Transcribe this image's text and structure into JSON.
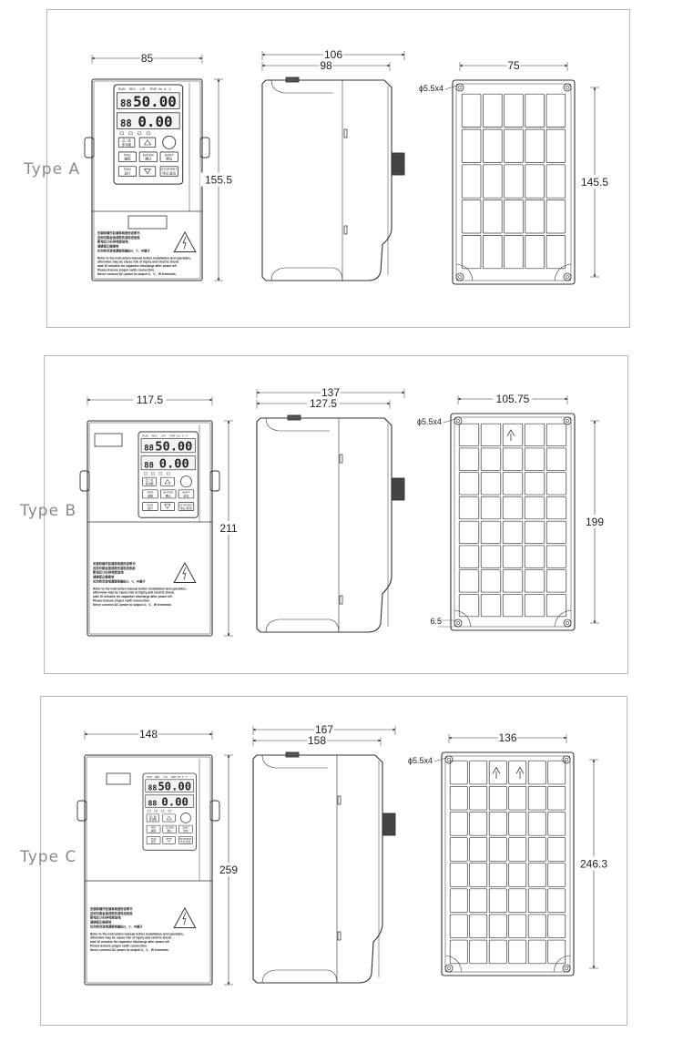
{
  "panels": [
    {
      "label": "Type A",
      "front_width": "85",
      "height": "155.5",
      "side_depth_total": "106",
      "side_depth_body": "98",
      "mount_width": "75",
      "mount_height": "145.5",
      "hole": "ϕ5.5x4",
      "offset": ""
    },
    {
      "label": "Type B",
      "front_width": "117.5",
      "height": "211",
      "side_depth_total": "137",
      "side_depth_body": "127.5",
      "mount_width": "105.75",
      "mount_height": "199",
      "hole": "ϕ5.5x4",
      "offset": "6.5"
    },
    {
      "label": "Type C",
      "front_width": "148",
      "height": "259",
      "side_depth_total": "167",
      "side_depth_body": "158",
      "mount_width": "136",
      "mount_height": "246.3",
      "hole": "ϕ5.5x4",
      "offset": ""
    }
  ],
  "keypad": {
    "indicators": [
      "RUN",
      "REV",
      "L/R",
      "TRIP",
      "Hz",
      "A",
      "V"
    ],
    "display_value": "50.00",
    "display_value_2": "0.00",
    "keys": [
      "多功能",
      "PRG",
      "编程",
      "ENTER",
      "确认",
      "SHIFT",
      "移位",
      "RUN",
      "运行",
      "STOP/RST",
      "停止/复位"
    ],
    "key_fwd": "正 / 反"
  },
  "warning": {
    "cn_lines": [
      "安装和操作前请参阅使用说明书",
      "否则可能会造成损伤或电击危险",
      "断电后10分钟电容放电",
      "请确保正确接地",
      "切勿将交流电源接到输出U、V、W端子"
    ],
    "en_lines": [
      "Refer to the instruction manual before installation and operation,",
      "otherwise may be cause risk of injury and electric shock.",
      "wait 10 minutes for capacitor discharge after power off.",
      "Please Ensure proper earth connection.",
      "Never connect AC power to output U、V、W terminals."
    ]
  }
}
